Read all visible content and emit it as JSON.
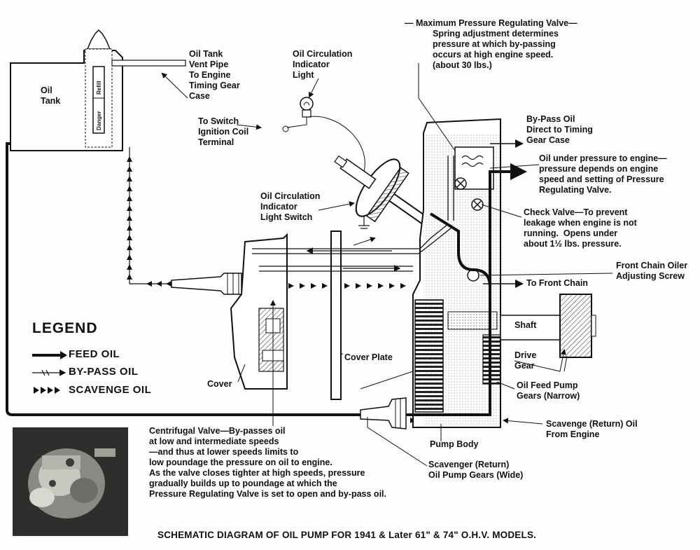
{
  "labels": {
    "oil_tank": "Oil\nTank",
    "vent_pipe": "Oil Tank\nVent Pipe\nTo Engine\nTiming Gear\nCase",
    "indicator_light": "Oil Circulation\nIndicator\nLight",
    "to_switch": "To Switch\nIgnition Coil\nTerminal",
    "indicator_switch": "Oil Circulation\nIndicator\nLight Switch",
    "max_pressure_valve": "— Maximum Pressure Regulating Valve—",
    "max_pressure_desc": "Spring adjustment determines\npressure at which by-passing\noccurs at high engine speed.\n(about 30 lbs.)",
    "bypass_oil_timing": "By-Pass Oil\nDirect to Timing\nGear Case",
    "oil_under_pressure": "Oil under pressure to engine—\npressure depends on engine\nspeed and setting of Pressure\nRegulating Valve.",
    "check_valve": "Check Valve—To prevent\nleakage when engine is not\nrunning.  Opens under\nabout 1½ lbs. pressure.",
    "front_chain_oiler": "Front Chain Oiler\nAdjusting Screw",
    "to_front_chain": "To Front Chain",
    "shaft": "Shaft",
    "drive_gear": "Drive\nGear",
    "cover_plate": "Cover Plate",
    "cover": "Cover",
    "oil_feed_pump_gears": "Oil Feed Pump\nGears (Narrow)",
    "scavenge_return": "Scavenge (Return) Oil\nFrom Engine",
    "pump_body": "Pump Body",
    "scavenger_gears": "Scavenger (Return)\nOil Pump Gears (Wide)",
    "centrifugal_valve": "Centrifugal Valve—By-passes oil\nat low and intermediate speeds\n—and thus at lower speeds limits to\nlow poundage the pressure on oil to engine.\nAs the valve closes tighter at high speeds, pressure\ngradually builds up to poundage at which the\nPressure Regulating Valve is set to open and by-pass oil."
  },
  "gauge": {
    "refill": "Refill",
    "danger": "Danger"
  },
  "legend": {
    "title": "LEGEND",
    "feed": "FEED OIL",
    "bypass": "BY-PASS OIL",
    "scavenge": "SCAVENGE OIL"
  },
  "caption": "SCHEMATIC DIAGRAM OF OIL PUMP FOR 1941 & Later 61\" & 74\" O.H.V. MODELS.",
  "colors": {
    "ink": "#111111",
    "paper": "#fdfdfb",
    "hatch": "#555555"
  }
}
